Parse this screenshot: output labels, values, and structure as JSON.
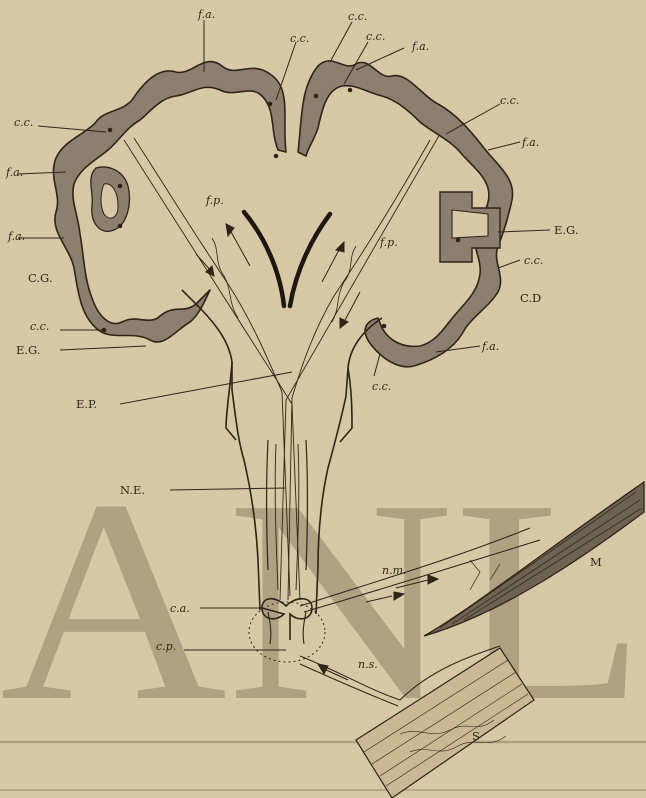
{
  "labels": {
    "fa_top": "f.a.",
    "cc_top_right": "c.c.",
    "cc_top_mid": "c.c.",
    "cc_top_2": "c.c.",
    "fa_top_right": "f.a.",
    "cc_left_upper": "c.c.",
    "cc_right_upper": "c.c.",
    "fa_right_upper": "f.a.",
    "fa_left_upper": "f.a.",
    "fp_left": "f.p.",
    "fa_left_mid": "f.a.",
    "fp_right": "f.p.",
    "eg_right": "E.G.",
    "cg": "C.G.",
    "cc_right_mid": "c.c.",
    "cd": "C.D",
    "cc_left_lower": "c.c.",
    "eg_left": "E.G.",
    "fa_right_lower": "f.a.",
    "cc_right_lower": "c.c.",
    "ep": "E.P.",
    "ne": "N.E.",
    "nm": "n.m.",
    "m": "M",
    "ca": "c.a.",
    "cp": "c.p.",
    "ns": "n.s.",
    "s": "S"
  },
  "watermark": "ANL",
  "colors": {
    "paper": "#d8c9a6",
    "ink": "#2e2418",
    "cortex": "#8c7f70"
  }
}
